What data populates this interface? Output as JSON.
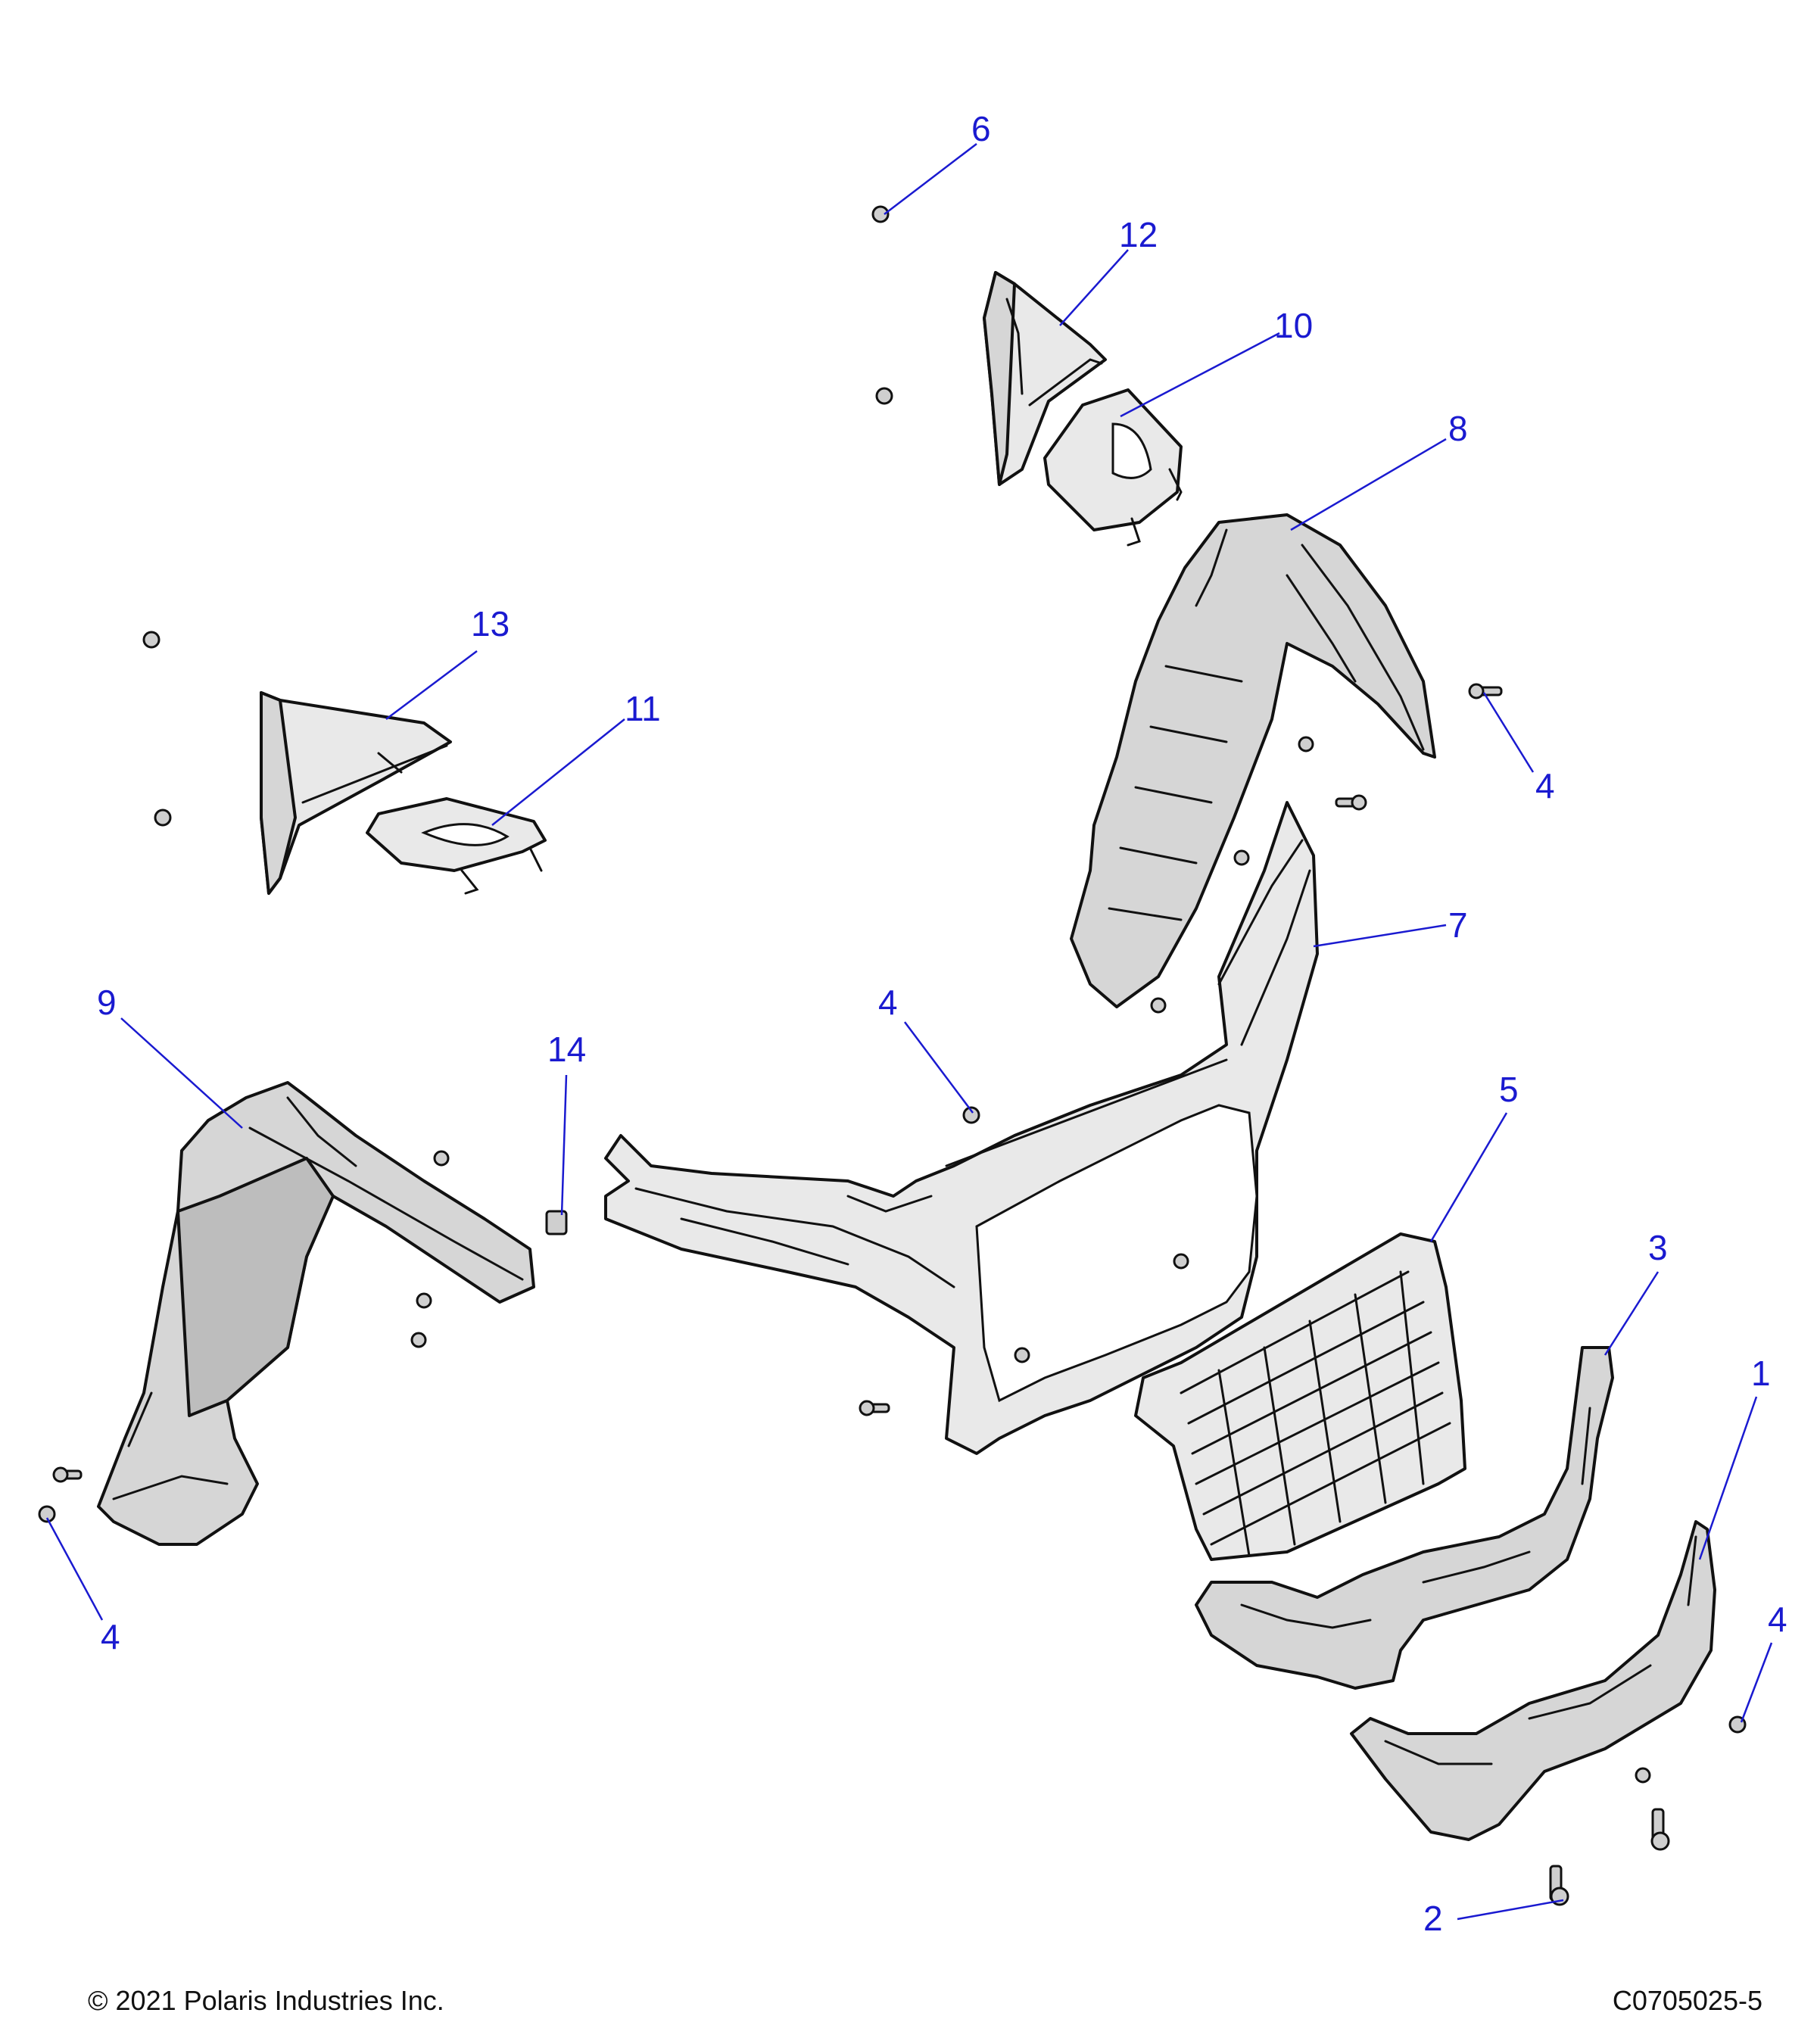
{
  "callouts": {
    "c1": "1",
    "c2": "2",
    "c3": "3",
    "c4a": "4",
    "c4b": "4",
    "c4c": "4",
    "c4d": "4",
    "c5": "5",
    "c6": "6",
    "c7": "7",
    "c8": "8",
    "c9": "9",
    "c10": "10",
    "c11": "11",
    "c12": "12",
    "c13": "13",
    "c14": "14"
  },
  "footer": {
    "copyright": "© 2021 Polaris Industries Inc.",
    "figure_id": "C0705025-5"
  },
  "colors": {
    "callout": "#1a1ad0",
    "line": "#111111",
    "part_fill": "#d6d6d6"
  }
}
